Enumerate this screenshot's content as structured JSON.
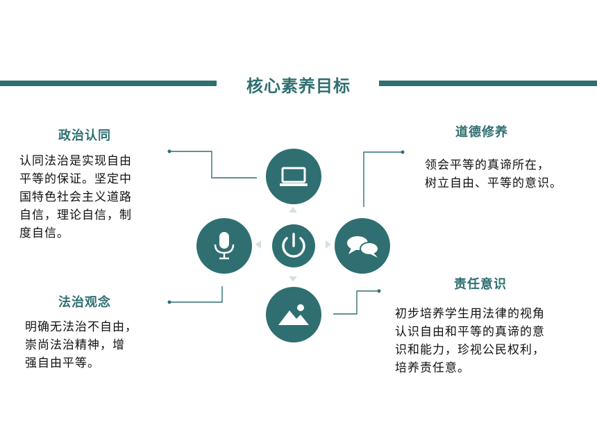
{
  "title": "核心素养目标",
  "colors": {
    "primary": "#2f6f71",
    "connector": "#2f6f71",
    "arrow": "#d4dfe0"
  },
  "sections": {
    "political": {
      "heading": "政治认同",
      "lines": [
        "认同法治是实现自由",
        "平等的保证。坚定中",
        "国特色社会主义道路",
        "自信，理论自信，制",
        "度自信。"
      ]
    },
    "moral": {
      "heading": "道德修养",
      "lines": [
        "领会平等的真谛所在，",
        "树立自由、平等的意识。"
      ]
    },
    "law": {
      "heading": "法治观念",
      "lines": [
        "明确无法治不自由，",
        "崇尚法治精神，增",
        "强自由平等。"
      ]
    },
    "responsibility": {
      "heading": "责任意识",
      "lines": [
        "初步培养学生用法律的视角",
        "认识自由和平等的真谛的意",
        "识和能力，珍视公民权利，",
        "培养责任意。"
      ]
    }
  },
  "icons": {
    "top": "laptop-icon",
    "left": "microphone-icon",
    "center": "power-icon",
    "right": "chat-bubbles-icon",
    "bottom": "mountain-image-icon"
  }
}
